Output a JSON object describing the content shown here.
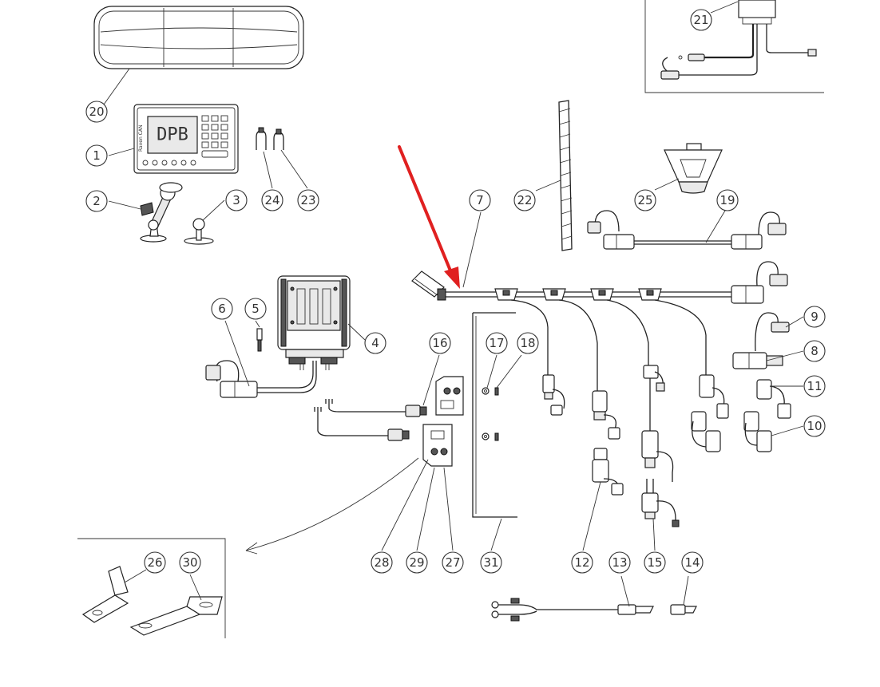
{
  "display_label": "DPB",
  "brand_label": "Raven CAN",
  "callouts": [
    "20",
    "1",
    "2",
    "3",
    "24",
    "23",
    "21",
    "22",
    "7",
    "25",
    "19",
    "9",
    "8",
    "11",
    "10",
    "6",
    "5",
    "4",
    "16",
    "17",
    "18",
    "12",
    "13",
    "15",
    "14",
    "28",
    "29",
    "27",
    "31",
    "26",
    "30"
  ],
  "arrow_color": "#e02020"
}
